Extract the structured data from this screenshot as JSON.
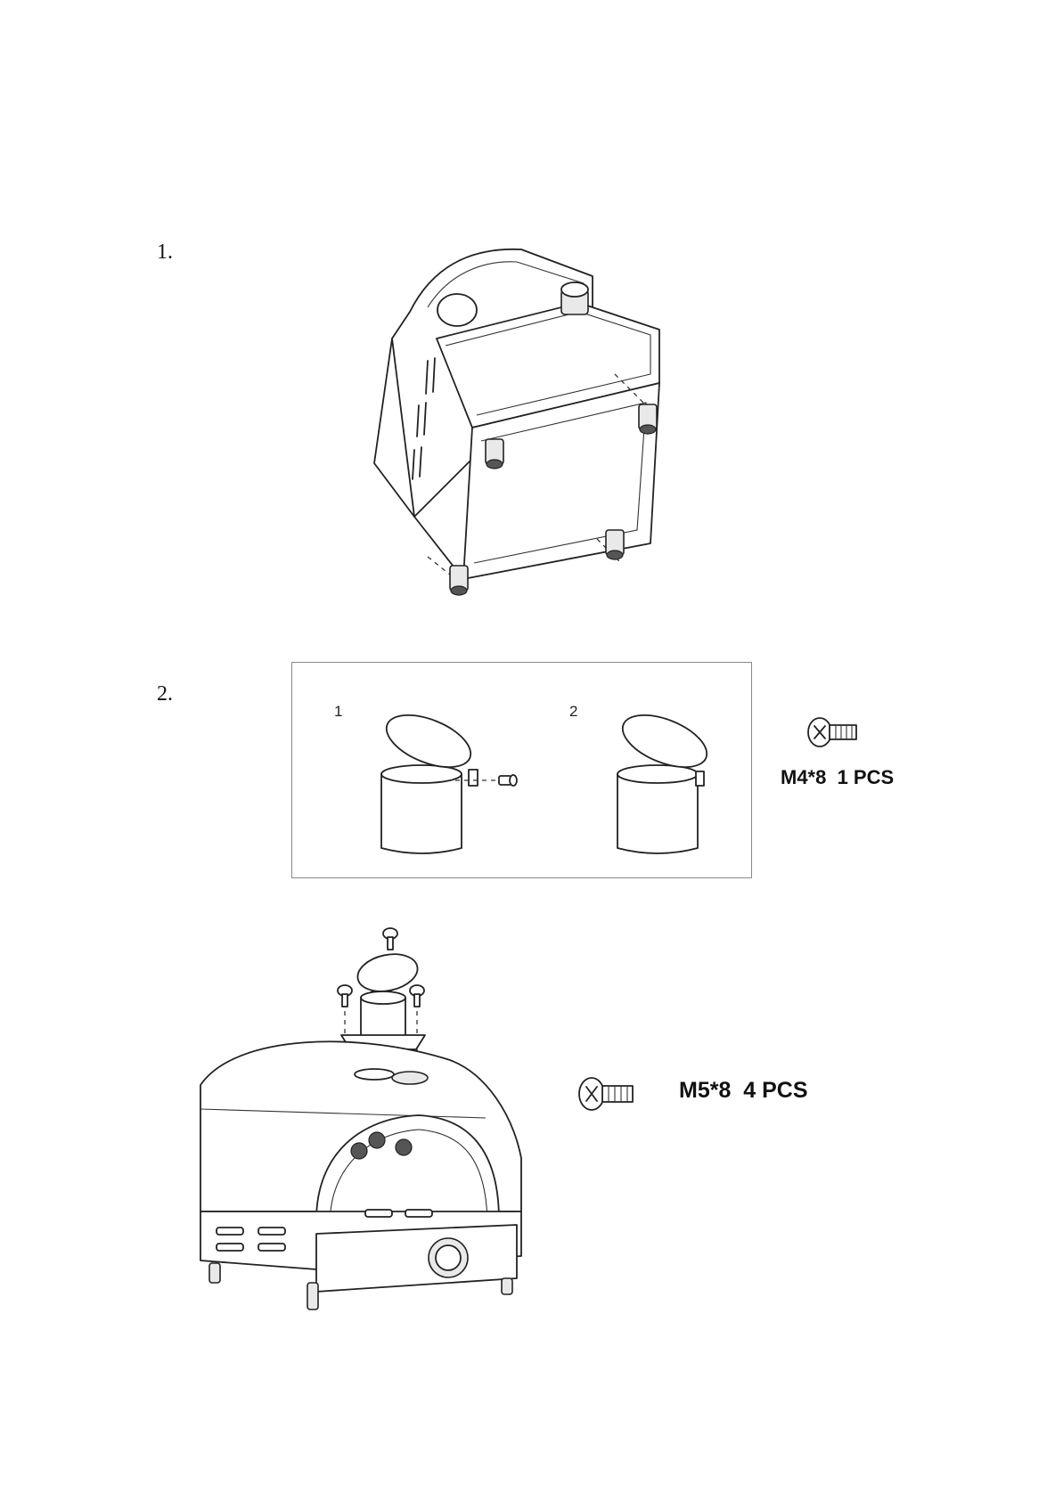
{
  "steps": [
    {
      "number": "1."
    },
    {
      "number": "2."
    }
  ],
  "detail_panel": {
    "sub_steps": [
      "1",
      "2"
    ]
  },
  "hardware": [
    {
      "spec": "M4*8  1 PCS",
      "icon": "screw-icon"
    },
    {
      "spec": "M5*8  4 PCS",
      "icon": "screw-icon"
    }
  ]
}
